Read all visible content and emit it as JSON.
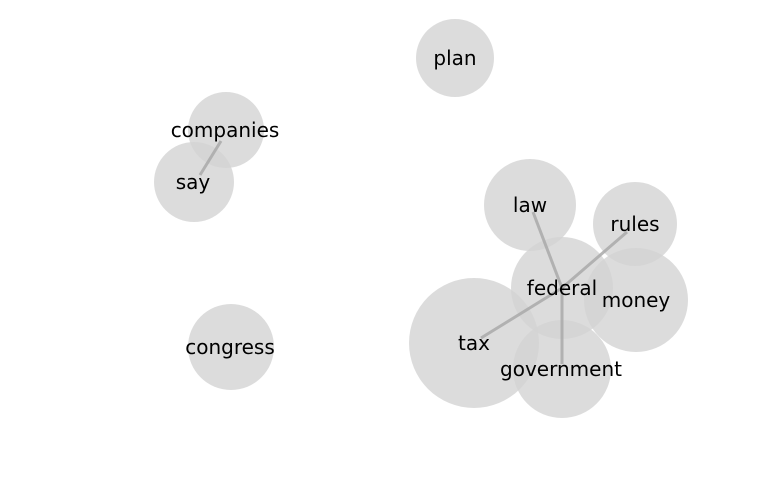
{
  "nodes": [
    {
      "id": "plan",
      "label": "plan"
    },
    {
      "id": "companies",
      "label": "companies"
    },
    {
      "id": "say",
      "label": "say"
    },
    {
      "id": "law",
      "label": "law"
    },
    {
      "id": "rules",
      "label": "rules"
    },
    {
      "id": "federal",
      "label": "federal"
    },
    {
      "id": "money",
      "label": "money"
    },
    {
      "id": "tax",
      "label": "tax"
    },
    {
      "id": "government",
      "label": "government"
    },
    {
      "id": "congress",
      "label": "congress"
    }
  ],
  "edges": [
    {
      "source": "companies",
      "target": "say"
    },
    {
      "source": "federal",
      "target": "law"
    },
    {
      "source": "federal",
      "target": "rules"
    },
    {
      "source": "federal",
      "target": "tax"
    },
    {
      "source": "federal",
      "target": "government"
    }
  ],
  "colors": {
    "bubble": "#d3d3d3",
    "edge": "#a9a9a9",
    "text": "#000000"
  }
}
